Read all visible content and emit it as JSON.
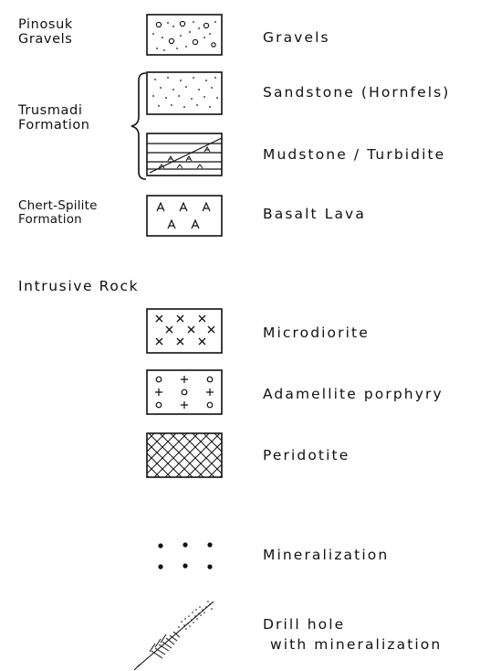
{
  "legend": {
    "sedimentary": [
      {
        "group": [
          "Pinosuk",
          "Gravels"
        ],
        "label": "Gravels",
        "pattern": "gravel-pattern"
      },
      {
        "group": [
          "Trusmadi",
          "Formation"
        ],
        "label": "Sandstone (Hornfels)",
        "pattern": "sandstone-pattern"
      },
      {
        "group": [],
        "label": "Mudstone / Turbidite",
        "pattern": "mudstone-pattern"
      },
      {
        "group": [
          "Chert-Spilite",
          "Formation"
        ],
        "label": "Basalt Lava",
        "pattern": "basalt-pattern"
      }
    ],
    "intrusive_heading": "Intrusive Rock",
    "intrusive": [
      {
        "label": "Microdiorite",
        "pattern": "microdiorite-pattern"
      },
      {
        "label": "Adamellite porphyry",
        "pattern": "adamellite-pattern"
      },
      {
        "label": "Peridotite",
        "pattern": "peridotite-pattern"
      }
    ],
    "features": [
      {
        "label": "Mineralization",
        "pattern": "mineralization-dots"
      },
      {
        "label": [
          "Drill hole",
          "with mineralization"
        ],
        "pattern": "drill-hole-symbol"
      }
    ]
  }
}
